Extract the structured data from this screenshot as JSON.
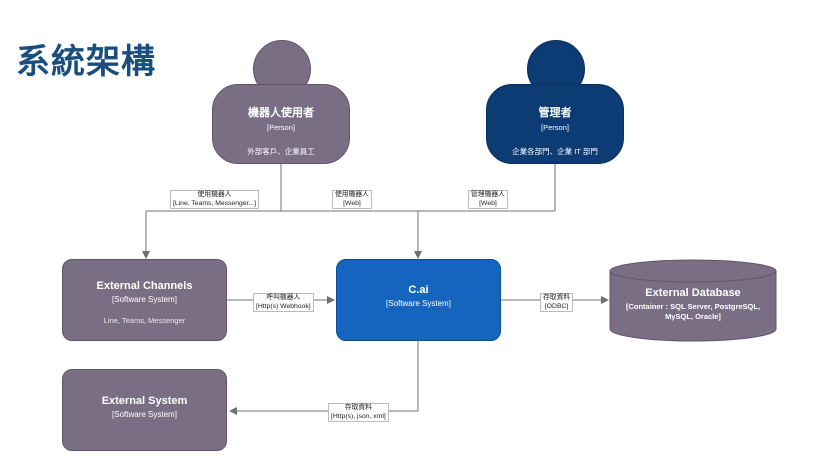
{
  "page": {
    "title": "系統架構"
  },
  "persons": [
    {
      "id": "bot-user",
      "name": "機器人使用者",
      "type": "[Person]",
      "desc": "外部客戶、企業員工"
    },
    {
      "id": "admin",
      "name": "管理者",
      "type": "[Person]",
      "desc": "企業各部門、企業 IT 部門"
    }
  ],
  "systems": {
    "external_channels": {
      "name": "External Channels",
      "type": "[Software System]",
      "desc": "Line, Teams, Messenger"
    },
    "cai": {
      "name": "C.ai",
      "type": "[Software System]"
    },
    "external_db": {
      "name": "External Database",
      "type": "[Container : SQL Server, PostgreSQL, MySQL, Oracle]"
    },
    "external_system": {
      "name": "External System",
      "type": "[Software System]"
    }
  },
  "relations": {
    "user_to_channels": {
      "line1": "使用機器人",
      "line2": "[Line, Teams, Messenger...]"
    },
    "user_to_cai": {
      "line1": "使用機器人",
      "line2": "[Web]"
    },
    "admin_to_cai": {
      "line1": "管理機器人",
      "line2": "[Web]"
    },
    "channels_to_cai": {
      "line1": "呼叫機器人",
      "line2": "[Http(s) Webhook]"
    },
    "cai_to_db": {
      "line1": "存取資料",
      "line2": "[ODBC]"
    },
    "cai_to_extsys": {
      "line1": "存取資料",
      "line2": "[Http(s), json, xml]"
    }
  },
  "colors": {
    "external": "#7a6e85",
    "person_admin": "#0d3b73",
    "system_core": "#1565c0",
    "title": "#1a4e7e",
    "line": "#707070"
  }
}
